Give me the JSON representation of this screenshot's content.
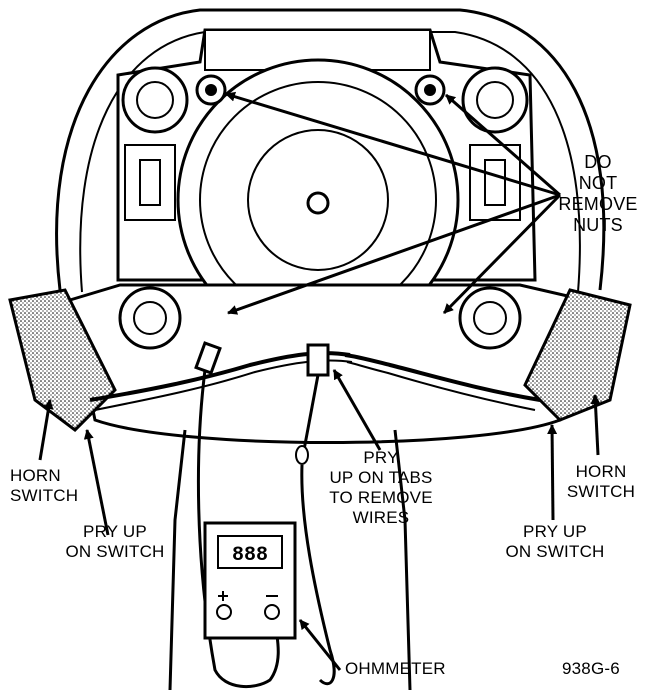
{
  "labels": {
    "do_not_remove_nuts": [
      "DO",
      "NOT",
      "REMOVE",
      "NUTS"
    ],
    "horn_switch_left": [
      "HORN",
      "SWITCH"
    ],
    "horn_switch_right": [
      "HORN",
      "SWITCH"
    ],
    "pry_up_on_switch_left": [
      "PRY UP",
      "ON SWITCH"
    ],
    "pry_up_on_switch_right": [
      "PRY UP",
      "ON SWITCH"
    ],
    "pry_up_on_tabs": [
      "PRY",
      "UP ON TABS",
      "TO REMOVE",
      "WIRES"
    ],
    "ohmmeter": "OHMMETER",
    "figure_code": "938G-6",
    "meter_display": "888"
  },
  "colors": {
    "ink": "#000000",
    "paper": "#ffffff",
    "shade": "#cfcfcf"
  }
}
